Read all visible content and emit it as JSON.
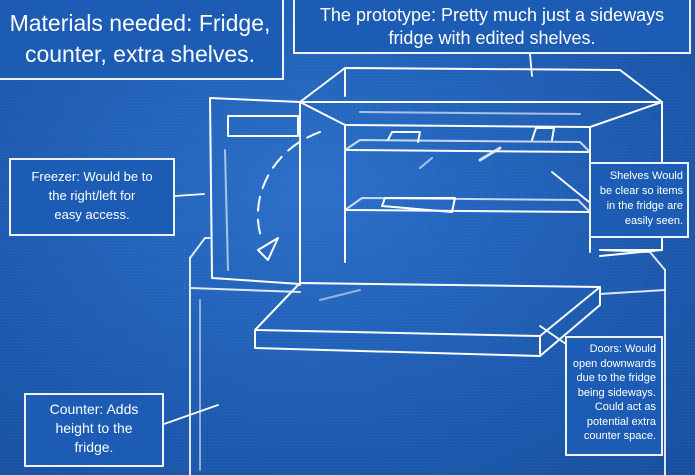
{
  "labels": {
    "materials": "Materials needed: Fridge,\ncounter, extra shelves.",
    "prototype": "The prototype: Pretty much just a sideways\nfridge with edited shelves.",
    "freezer": "Freezer: Would be to\nthe right/left for\neasy access.",
    "shelves": "Shelves Would\nbe clear so items\nin the fridge are\neasily seen.",
    "doors": "Doors: Would\nopen downwards\ndue to the fridge\nbeing sideways.\nCould act as\npotential extra\ncounter space.",
    "counter": "Counter: Adds\nheight to the\nfridge."
  },
  "colors": {
    "background": "#1f5fb6",
    "chalk": "#ffffff"
  }
}
